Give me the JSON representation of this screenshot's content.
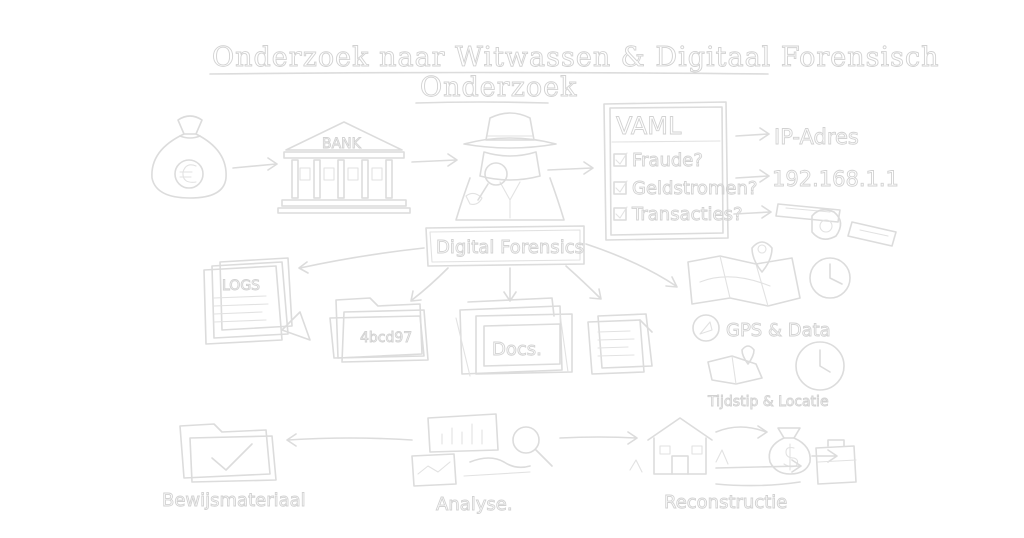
{
  "title": {
    "line1": "Onderzoek naar Witwassen & Digitaal Forensisch",
    "line2": "Onderzoek"
  },
  "top_flow": {
    "bank_label": "BANK",
    "hat_band": "",
    "checklist": {
      "header": "VAML",
      "items": [
        "Fraude?",
        "Geldstromen?",
        "Transacties?"
      ]
    },
    "ip_label": "IP-Adres",
    "ip_value": "192.168.1.1"
  },
  "hub_label": "Digital Forensics",
  "evidence": {
    "logs_label": "LOGS",
    "folder_label": "4bcd97",
    "docs_label": "Docs."
  },
  "location": {
    "gps_label": "GPS & Data",
    "time_label": "Tijdstip & Locatie"
  },
  "bottom_flow": {
    "left_label": "Bewijsmateriaal",
    "center_label": "Analyse.",
    "right_label": "Reconstructie"
  },
  "icons": [
    "money-bag-icon",
    "bank-icon",
    "detective-icon",
    "magnifier-icon",
    "checklist-icon",
    "arrow-icon",
    "cash-icon",
    "logs-document-icon",
    "folder-icon",
    "docs-folder-icon",
    "document-icon",
    "map-pin-icon",
    "clock-icon",
    "compass-icon",
    "dashboard-icon",
    "house-icon",
    "briefcase-icon"
  ],
  "colors": {
    "ink": "#dcdcdc",
    "background": "#ffffff"
  }
}
